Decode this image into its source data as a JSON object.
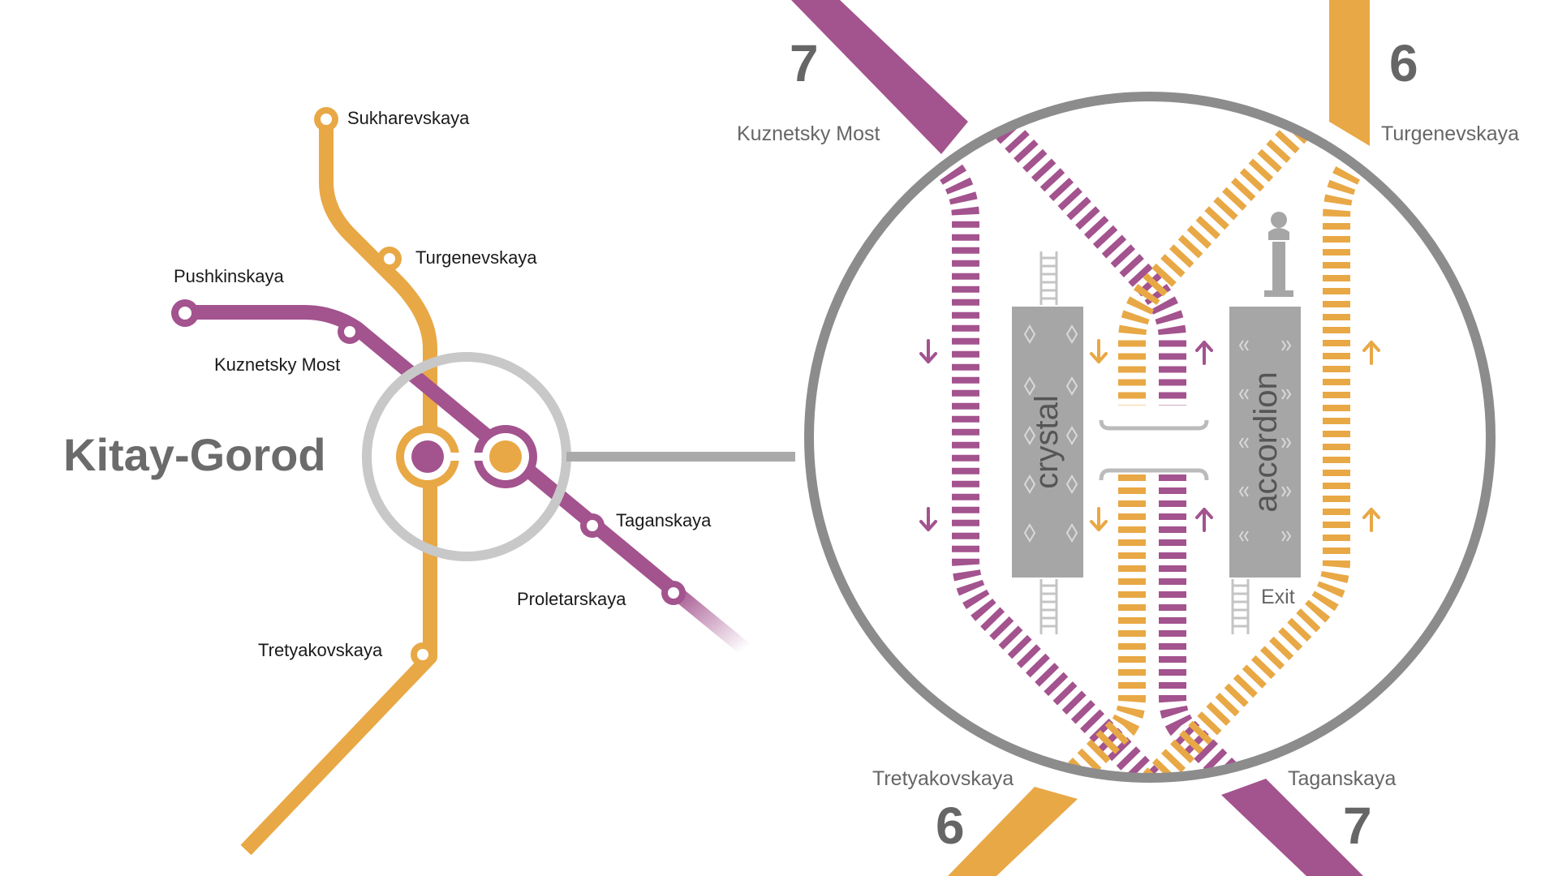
{
  "colors": {
    "line_orange": "#E8A845",
    "line_purple": "#A3538E",
    "gray_dark": "#8C8C8C",
    "gray_light": "#C8C8C8",
    "hall_gray": "#A6A6A6"
  },
  "map": {
    "hub_station": "Kitay-Gorod",
    "stations": {
      "sukharevskaya": "Sukharevskaya",
      "turgenevskaya": "Turgenevskaya",
      "pushkinskaya": "Pushkinskaya",
      "kuznetsky_most": "Kuznetsky Most",
      "taganskaya": "Taganskaya",
      "proletarskaya": "Proletarskaya",
      "tretyakovskaya": "Tretyakovskaya"
    }
  },
  "detail": {
    "line_numbers": {
      "top_left": "7",
      "top_right": "6",
      "bottom_left": "6",
      "bottom_right": "7"
    },
    "directions": {
      "top_left": "Kuznetsky Most",
      "top_right": "Turgenevskaya",
      "bottom_left": "Tretyakovskaya",
      "bottom_right": "Taganskaya"
    },
    "halls": {
      "left": "crystal",
      "right": "accordion"
    },
    "exit_label": "Exit",
    "icons": [
      "down-arrow-icon",
      "up-arrow-icon",
      "escalator-icon",
      "statue-icon"
    ]
  }
}
